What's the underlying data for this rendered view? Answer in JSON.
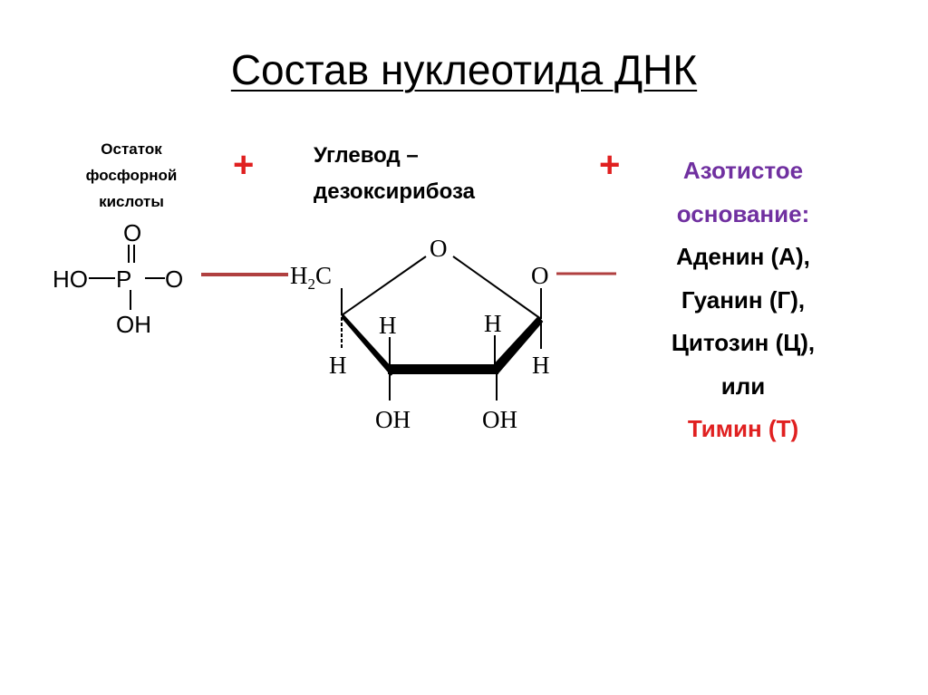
{
  "title": "Состав нуклеотида ДНК",
  "phosphate": {
    "label_lines": [
      "Остаток",
      "фосфорной",
      "кислоты"
    ],
    "formula": {
      "o_top": "O",
      "ho": "HO",
      "p": "P",
      "o_right": "O",
      "oh": "OH"
    }
  },
  "plus": "+",
  "sugar": {
    "label_lines": [
      "Углевод –",
      "дезоксирибоза"
    ],
    "formula": {
      "ring_o": "O",
      "h2c": "H",
      "h2c_sub": "2",
      "h2c_c": "C",
      "right_o": "O",
      "h": "H",
      "oh": "OH"
    }
  },
  "base": {
    "lines": [
      "Азотистое",
      "основание:",
      "Аденин (А),",
      "Гуанин (Г),",
      "Цитозин (Ц),",
      "или",
      "Тимин (Т)"
    ]
  },
  "colors": {
    "accent_red": "#e02020",
    "purple": "#7030a0",
    "link": "#b04040"
  }
}
